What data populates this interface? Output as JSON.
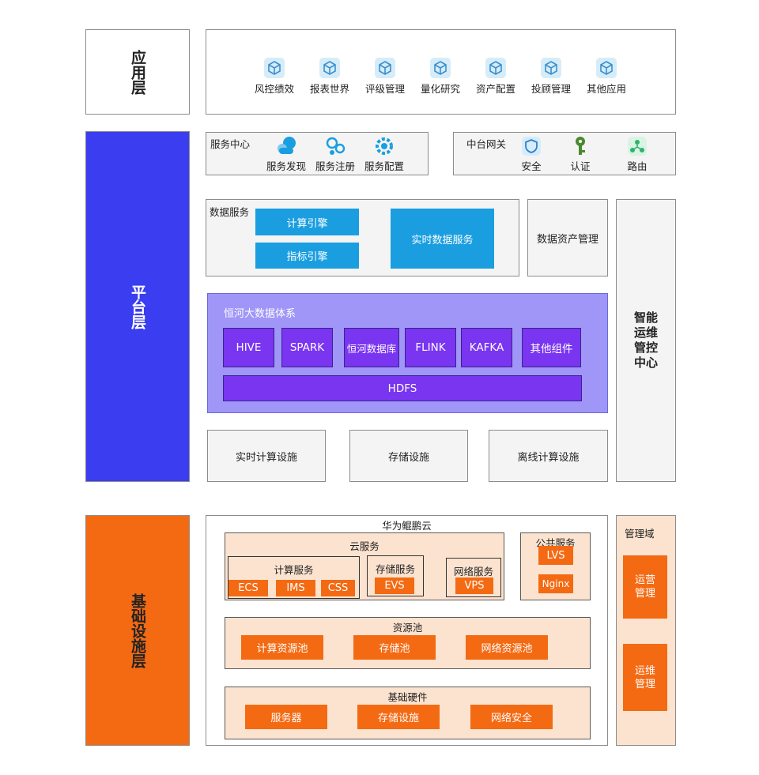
{
  "app_layer": {
    "title": "应用层",
    "apps": [
      "风控绩效",
      "报表世界",
      "评级管理",
      "量化研究",
      "资产配置",
      "投顾管理",
      "其他应用"
    ]
  },
  "platform_layer": {
    "title": "平台层",
    "service_center": {
      "title": "服务中心",
      "items": [
        "服务发现",
        "服务注册",
        "服务配置"
      ]
    },
    "gateway": {
      "title": "中台网关",
      "items": [
        "安全",
        "认证",
        "路由"
      ]
    },
    "data_service": {
      "title": "数据服务",
      "compute_engine": "计算引擎",
      "metric_engine": "指标引擎",
      "realtime": "实时数据服务"
    },
    "asset_mgmt": "数据资产管理",
    "ops_center": "智能运维管控中心",
    "bigdata": {
      "title": "恒河大数据体系",
      "components": [
        "HIVE",
        "SPARK",
        "恒河数据库",
        "FLINK",
        "KAFKA",
        "其他组件"
      ],
      "hdfs": "HDFS"
    },
    "facilities": [
      "实时计算设施",
      "存储设施",
      "离线计算设施"
    ]
  },
  "infra_layer": {
    "title": "基础设施层",
    "cloud_title": "华为鲲鹏云",
    "cloud_service": {
      "title": "云服务",
      "compute": {
        "title": "计算服务",
        "items": [
          "ECS",
          "IMS",
          "CSS"
        ]
      },
      "storage": {
        "title": "存储服务",
        "items": [
          "EVS"
        ]
      },
      "network": {
        "title": "网络服务",
        "items": [
          "VPS"
        ]
      }
    },
    "public_service": {
      "title": "公共服务",
      "items": [
        "LVS",
        "Nginx"
      ]
    },
    "resource_pool": {
      "title": "资源池",
      "items": [
        "计算资源池",
        "存储池",
        "网络资源池"
      ]
    },
    "hardware": {
      "title": "基础硬件",
      "items": [
        "服务器",
        "存储设施",
        "网络安全"
      ]
    },
    "mgmt_domain": {
      "title": "管理域",
      "items": [
        "运营管理",
        "运维管理"
      ]
    }
  },
  "colors": {
    "platform": "#3a3df0",
    "infra": "#f46a13",
    "blue": "#1a9ee0",
    "purple": "#7a35f0",
    "bigdata_bg": "#9f96f7"
  },
  "icons": {
    "app": "cube-icon",
    "service_discovery": "cloud-icon",
    "service_register": "hexagon-nodes-icon",
    "service_config": "gear-icon",
    "security": "shield-icon",
    "auth": "key-icon",
    "route": "share-nodes-icon"
  }
}
